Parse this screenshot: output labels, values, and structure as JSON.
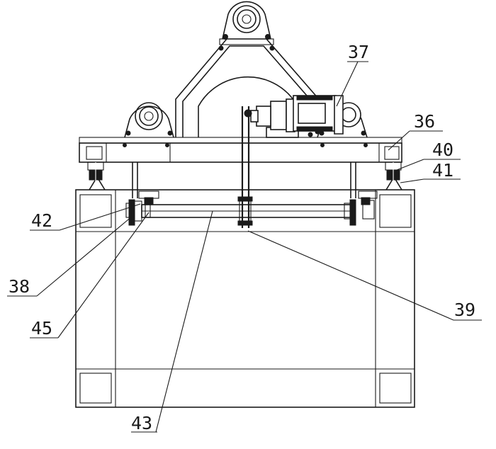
{
  "labels": {
    "l36": "36",
    "l37": "37",
    "l38": "38",
    "l39": "39",
    "l40": "40",
    "l41": "41",
    "l42": "42",
    "l43": "43",
    "l45": "45"
  }
}
